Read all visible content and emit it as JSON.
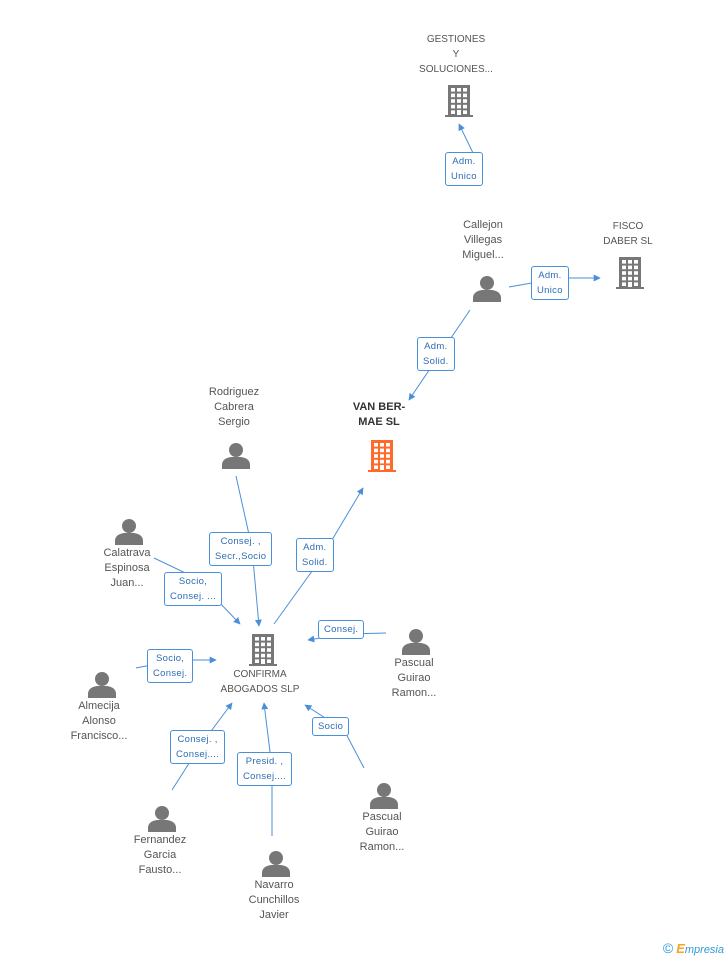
{
  "colors": {
    "company": "#777777",
    "focus_company": "#ff6a2a",
    "person": "#777777",
    "edge": "#4a90d9"
  },
  "nodes": {
    "gestiones": {
      "type": "company",
      "icon": "building-icon",
      "lines": [
        "GESTIONES",
        "Y",
        "SOLUCIONES..."
      ]
    },
    "fisco": {
      "type": "company",
      "icon": "building-icon",
      "lines": [
        "FISCO",
        "DABER SL"
      ]
    },
    "callejon": {
      "type": "person",
      "icon": "person-icon",
      "lines": [
        "Callejon",
        "Villegas",
        "Miguel..."
      ]
    },
    "vanbermae": {
      "type": "focus",
      "icon": "building-icon",
      "lines": [
        "VAN BER-",
        "MAE SL"
      ]
    },
    "rodriguez": {
      "type": "person",
      "icon": "person-icon",
      "lines": [
        "Rodriguez",
        "Cabrera",
        "Sergio"
      ]
    },
    "calatrava": {
      "type": "person",
      "icon": "person-icon",
      "lines": [
        "Calatrava",
        "Espinosa",
        "Juan..."
      ]
    },
    "confirma": {
      "type": "company",
      "icon": "building-icon",
      "lines": [
        "CONFIRMA",
        "ABOGADOS SLP"
      ]
    },
    "pascual1": {
      "type": "person",
      "icon": "person-icon",
      "lines": [
        "Pascual",
        "Guirao",
        "Ramon..."
      ]
    },
    "almecija": {
      "type": "person",
      "icon": "person-icon",
      "lines": [
        "Almecija",
        "Alonso",
        "Francisco..."
      ]
    },
    "fernandez": {
      "type": "person",
      "icon": "person-icon",
      "lines": [
        "Fernandez",
        "Garcia",
        "Fausto..."
      ]
    },
    "navarro": {
      "type": "person",
      "icon": "person-icon",
      "lines": [
        "Navarro",
        "Cunchillos",
        "Javier"
      ]
    },
    "pascual2": {
      "type": "person",
      "icon": "person-icon",
      "lines": [
        "Pascual",
        "Guirao",
        "Ramon..."
      ]
    }
  },
  "edges": [
    {
      "from": "callejon",
      "to": "gestiones",
      "lines": [
        "Adm.",
        "Unico"
      ]
    },
    {
      "from": "callejon",
      "to": "fisco",
      "lines": [
        "Adm.",
        "Unico"
      ]
    },
    {
      "from": "callejon",
      "to": "vanbermae",
      "lines": [
        "Adm.",
        "Solid."
      ]
    },
    {
      "from": "confirma",
      "to": "vanbermae",
      "lines": [
        "Adm.",
        "Solid."
      ]
    },
    {
      "from": "rodriguez",
      "to": "confirma",
      "lines": [
        "Consej. ,",
        "Secr.,Socio"
      ]
    },
    {
      "from": "calatrava",
      "to": "confirma",
      "lines": [
        "Socio,",
        "Consej. ..."
      ]
    },
    {
      "from": "pascual1",
      "to": "confirma",
      "lines": [
        "Consej."
      ]
    },
    {
      "from": "almecija",
      "to": "confirma",
      "lines": [
        "Socio,",
        "Consej."
      ]
    },
    {
      "from": "fernandez",
      "to": "confirma",
      "lines": [
        "Consej. ,",
        "Consej...."
      ]
    },
    {
      "from": "navarro",
      "to": "confirma",
      "lines": [
        "Presid. ,",
        "Consej...."
      ]
    },
    {
      "from": "pascual2",
      "to": "confirma",
      "lines": [
        "Socio"
      ]
    }
  ],
  "footer": {
    "copyright": "©",
    "brand_initial": "E",
    "brand_rest": "mpresia"
  }
}
